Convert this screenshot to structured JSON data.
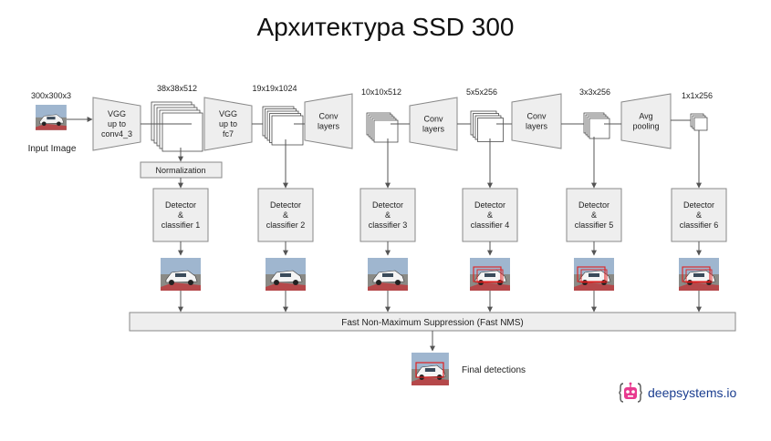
{
  "title": "Архитектура SSD 300",
  "input": {
    "size": "300x300x3",
    "label": "Input Image"
  },
  "trapezoids": [
    {
      "lines": [
        "VGG",
        "up to",
        "conv4_3"
      ]
    },
    {
      "lines": [
        "VGG",
        "up to",
        "fc7"
      ]
    },
    {
      "lines": [
        "Conv",
        "layers"
      ]
    },
    {
      "lines": [
        "Conv",
        "layers"
      ]
    },
    {
      "lines": [
        "Conv",
        "layers"
      ]
    },
    {
      "lines": [
        "Avg",
        "pooling"
      ]
    }
  ],
  "feature_maps": [
    "38x38x512",
    "19x19x1024",
    "10x10x512",
    "5x5x256",
    "3x3x256",
    "1x1x256"
  ],
  "normalization": "Normalization",
  "detectors": [
    {
      "lines": [
        "Detector",
        "&",
        "classifier 1"
      ]
    },
    {
      "lines": [
        "Detector",
        "&",
        "classifier 2"
      ]
    },
    {
      "lines": [
        "Detector",
        "&",
        "classifier 3"
      ]
    },
    {
      "lines": [
        "Detector",
        "&",
        "classifier 4"
      ]
    },
    {
      "lines": [
        "Detector",
        "&",
        "classifier 5"
      ]
    },
    {
      "lines": [
        "Detector",
        "&",
        "classifier 6"
      ]
    }
  ],
  "nms": "Fast Non-Maximum Suppression (Fast NMS)",
  "final": "Final detections",
  "logo": {
    "text": "deepsystems.io",
    "icon": "robot-icon"
  },
  "colors": {
    "box_fill": "#eeeeee",
    "box_stroke": "#888888",
    "arrow": "#555555",
    "detection": "#e02020",
    "logo": "#e83a8f"
  }
}
